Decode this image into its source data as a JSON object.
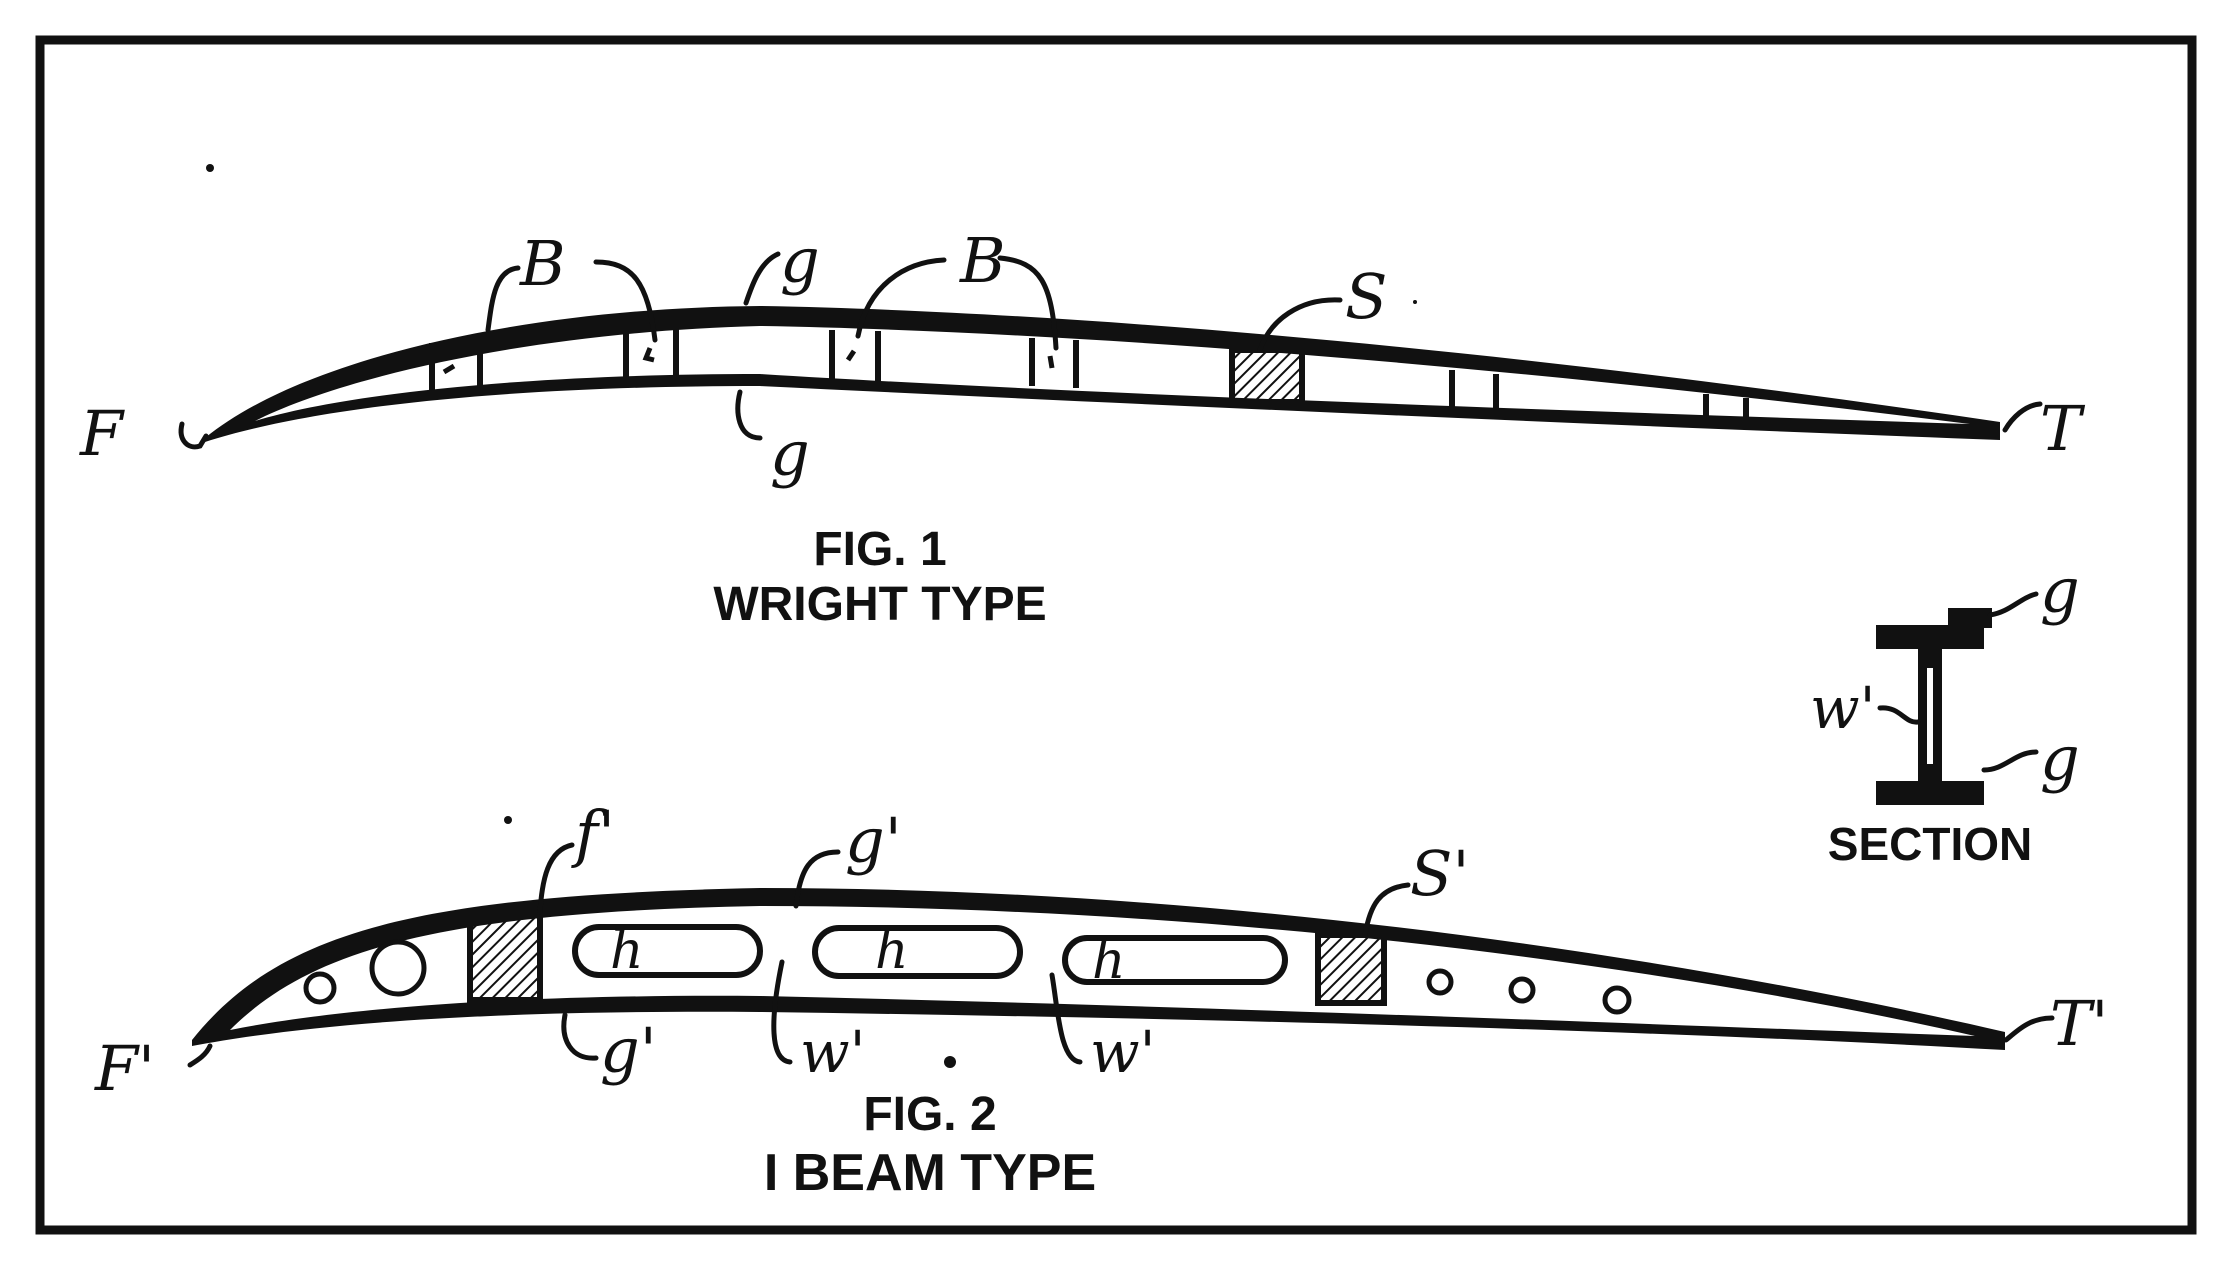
{
  "fig1": {
    "labels": {
      "front": "F",
      "tail": "T",
      "ribs_left": "B",
      "ribs_right": "B",
      "top_flange": "g",
      "bottom_flange": "g",
      "spar": "S"
    },
    "caption": "FIG. 1",
    "subcaption": "WRIGHT TYPE"
  },
  "fig2": {
    "labels": {
      "front": "F'",
      "tail": "T'",
      "flange_top": "f'",
      "g_top": "g'",
      "spar": "S'",
      "g_bottom": "g'",
      "web_1": "w'",
      "web_2": "w'",
      "hole_1": "h",
      "hole_2": "h",
      "hole_3": "h"
    },
    "caption": "FIG. 2",
    "subcaption": "I BEAM TYPE"
  },
  "section": {
    "labels": {
      "top": "g",
      "web": "w'",
      "bottom": "g"
    },
    "caption": "SECTION"
  },
  "colors": {
    "ink": "#111111",
    "paper": "#ffffff"
  }
}
